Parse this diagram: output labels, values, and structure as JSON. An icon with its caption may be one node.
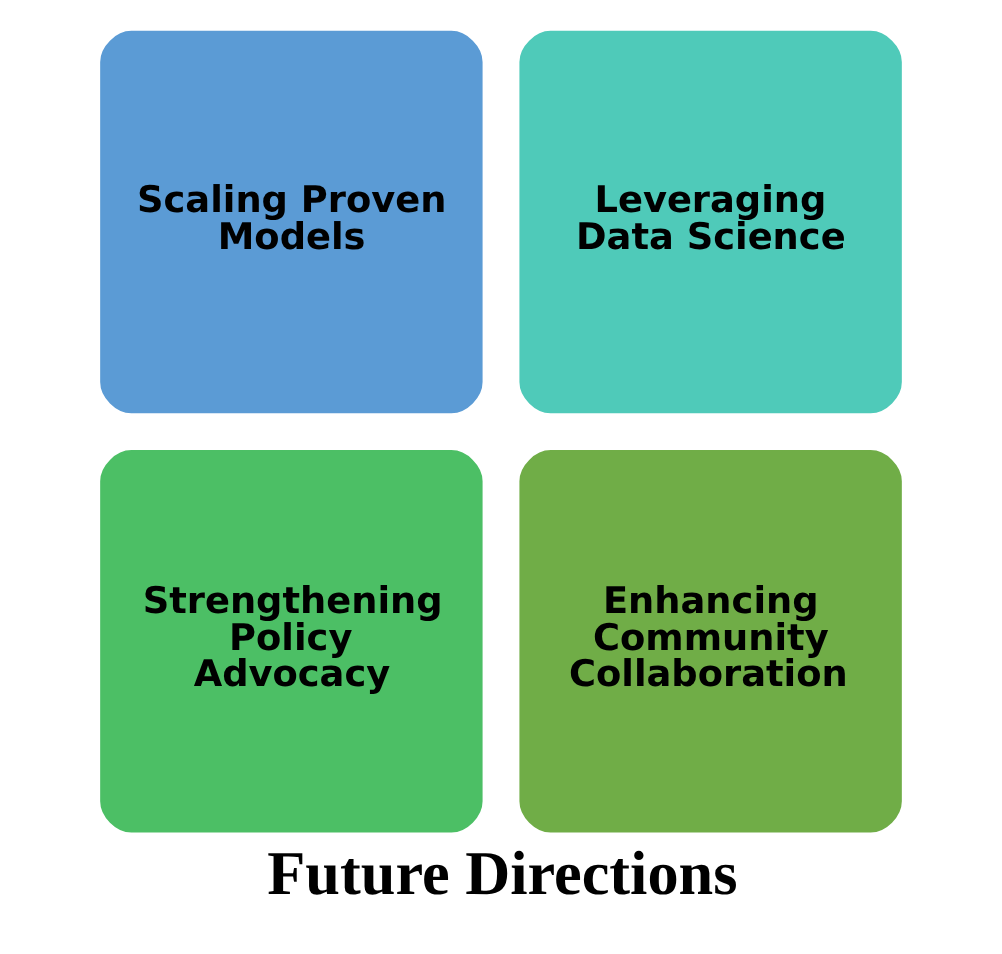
{
  "diagram": {
    "caption": "Future Directions",
    "nodes": [
      {
        "text": [
          "Scaling Proven Models"
        ]
      },
      {
        "text": [
          "Leveraging Data Science"
        ]
      },
      {
        "text": [
          "Strengthening Policy Advocacy"
        ]
      },
      {
        "text": [
          "Enhancing Community Collaboration"
        ]
      }
    ]
  }
}
